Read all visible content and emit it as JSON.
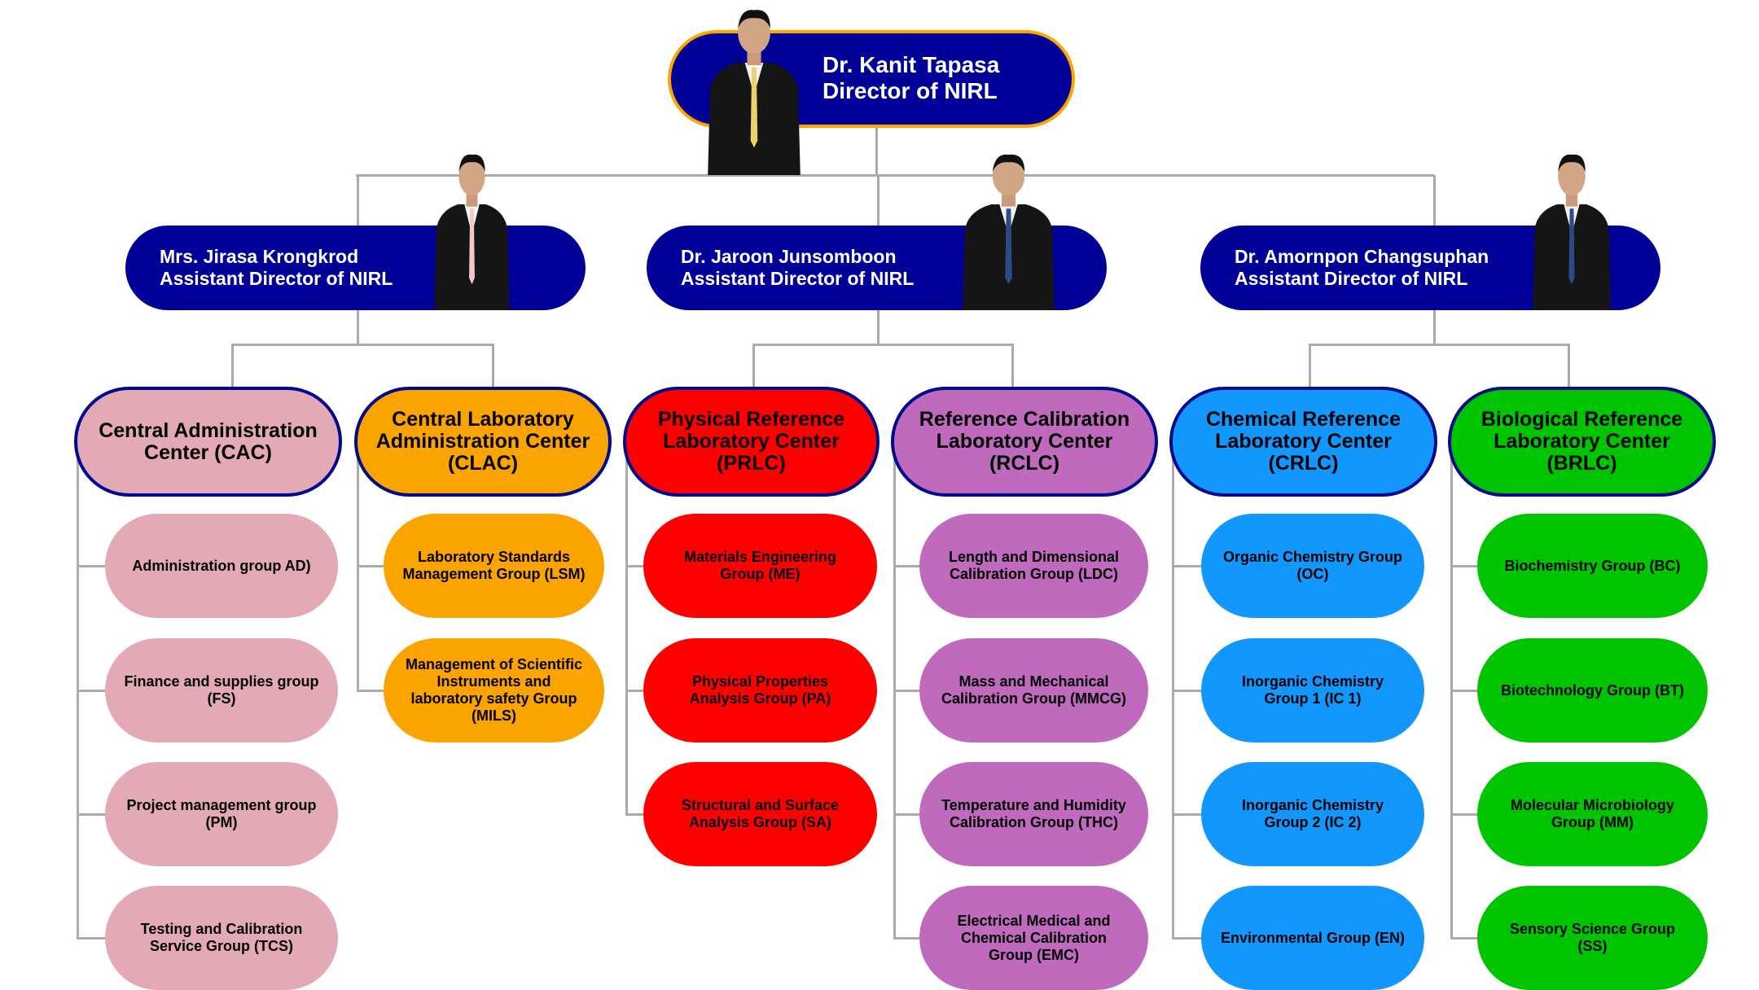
{
  "director": {
    "name": "Dr. Kanit Tapasa",
    "title": "Director of NIRL"
  },
  "assistants": [
    {
      "name": "Mrs. Jirasa Krongkrod",
      "title": "Assistant Director of NIRL"
    },
    {
      "name": "Dr. Jaroon Junsomboon",
      "title": "Assistant Director of NIRL"
    },
    {
      "name": "Dr. Amornpon Changsuphan",
      "title": "Assistant Director of NIRL"
    }
  ],
  "centers": [
    {
      "title": "Central Administration Center (CAC)",
      "color": "#e3a9b4",
      "groups": [
        "Administration group AD)",
        "Finance and supplies group (FS)",
        "Project management group (PM)",
        "Testing and Calibration Service Group (TCS)"
      ]
    },
    {
      "title": "Central Laboratory Administration Center (CLAC)",
      "color": "#fba400",
      "groups": [
        "Laboratory Standards Management Group (LSM)",
        "Management of Scientific Instruments and laboratory safety Group (MILS)"
      ]
    },
    {
      "title": "Physical Reference Laboratory Center (PRLC)",
      "color": "#ff0000",
      "groups": [
        "Materials Engineering Group (ME)",
        "Physical Properties Analysis Group (PA)",
        "Structural and Surface Analysis Group (SA)"
      ]
    },
    {
      "title": "Reference Calibration Laboratory Center (RCLC)",
      "color": "#bf6abd",
      "groups": [
        "Length and Dimensional Calibration Group (LDC)",
        "Mass and Mechanical Calibration Group (MMCG)",
        "Temperature and Humidity Calibration Group (THC)",
        "Electrical Medical and Chemical Calibration Group (EMC)"
      ]
    },
    {
      "title": "Chemical Reference Laboratory Center (CRLC)",
      "color": "#1297ff",
      "groups": [
        "Organic Chemistry Group (OC)",
        "Inorganic Chemistry Group 1 (IC 1)",
        "Inorganic Chemistry Group 2 (IC 2)",
        "Environmental Group (EN)"
      ]
    },
    {
      "title": "Biological Reference Laboratory Center (BRLC)",
      "color": "#00c400",
      "groups": [
        "Biochemistry Group (BC)",
        "Biotechnology Group (BT)",
        "Molecular Microbiology Group (MM)",
        "Sensory Science Group (SS)"
      ]
    }
  ],
  "colors": {
    "navy": "#000099",
    "director_border": "#ffa500",
    "connector": "#aaaaaa"
  }
}
